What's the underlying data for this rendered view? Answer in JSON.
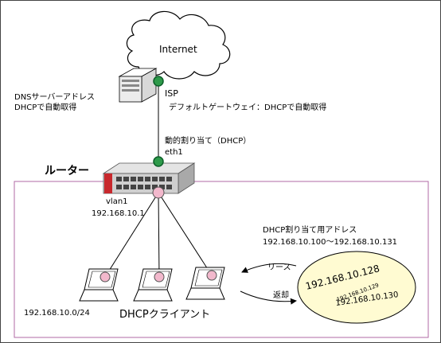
{
  "internet": {
    "label": "Internet"
  },
  "isp": {
    "label": "ISP",
    "dns_line1": "DNSサーバーアドレス",
    "dns_line2": "DHCPで自動取得",
    "gateway": "デフォルトゲートウェイ：DHCPで自動取得"
  },
  "wan": {
    "assign": "動的割り当て（DHCP）",
    "interface": "eth1"
  },
  "router": {
    "label": "ルーター",
    "lan_interface": "vlan1",
    "lan_ip": "192.168.10.1"
  },
  "lan": {
    "network": "192.168.10.0/24",
    "clients_label": "DHCPクライアント"
  },
  "dhcp_pool": {
    "title": "DHCP割り当て用アドレス",
    "range": "192.168.10.100～192.168.10.131",
    "lease": "リース",
    "return": "返却",
    "addresses": [
      "192.168.10.128",
      "192.168.10.129",
      "192.168.10.130"
    ]
  },
  "colors": {
    "frame": "#b06aa6",
    "wan_port": "#2e9a4a",
    "lan_port": "#f2b8cc",
    "pool_fill": "#fffbd2",
    "router_body": "#cfcfcf",
    "router_accent": "#c8282d"
  }
}
